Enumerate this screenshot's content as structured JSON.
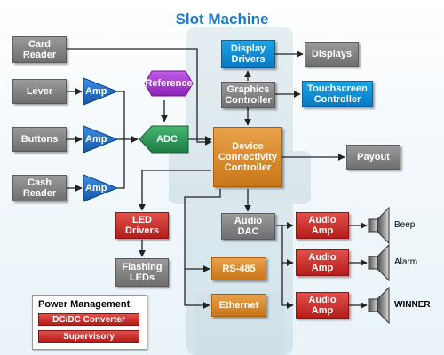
{
  "title": "Slot Machine",
  "blocks": {
    "card_reader": "Card\nReader",
    "lever": "Lever",
    "buttons": "Buttons",
    "cash_reader": "Cash\nReader",
    "display_drivers": "Display\nDrivers",
    "displays": "Displays",
    "graphics_controller": "Graphics\nController",
    "touchscreen_controller": "Touchscreen\nController",
    "device_connectivity_controller": "Device\nConnectivity\nController",
    "payout": "Payout",
    "led_drivers": "LED\nDrivers",
    "flashing_leds": "Flashing\nLEDs",
    "audio_dac": "Audio\nDAC",
    "rs485": "RS-485",
    "ethernet": "Ethernet",
    "audio_amp": "Audio\nAmp"
  },
  "amp_label": "Amp",
  "reference_label": "Reference",
  "adc_label": "ADC",
  "speakers": [
    "Beep",
    "Alarm",
    "WINNER"
  ],
  "power_management": {
    "title": "Power Management",
    "items": [
      "DC/DC Converter",
      "Supervisory"
    ]
  },
  "colors": {
    "title": "#1d7ac4",
    "gray_block": "#7f7f7f",
    "blue_block": "#0f8bd6",
    "orange_block": "#d98a2e",
    "red_block": "#c9302c",
    "reference": "#b040d8",
    "adc": "#2f9a5a",
    "amp": "#1f6cc9"
  }
}
